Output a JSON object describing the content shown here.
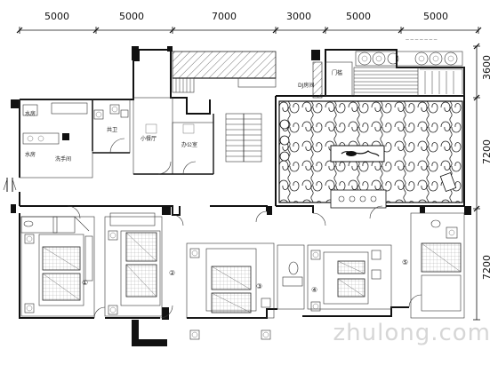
{
  "dimensions": {
    "top": [
      "5000",
      "5000",
      "7000",
      "3000",
      "5000",
      "5000"
    ],
    "right": [
      "3600",
      "7200",
      "7200"
    ]
  },
  "rooms": {
    "water_room_1": "水房",
    "water_room_2": "水房",
    "toilet": "洗手间",
    "public_wc": "共卫",
    "office": "办公室",
    "dj_room": "DJ房间",
    "sill": "门槛"
  },
  "room_numbers": [
    "①",
    "②",
    "③",
    "④",
    "⑤"
  ],
  "watermark": "zhulong.com",
  "colors": {
    "line": "#111111",
    "paper": "#ffffff"
  }
}
